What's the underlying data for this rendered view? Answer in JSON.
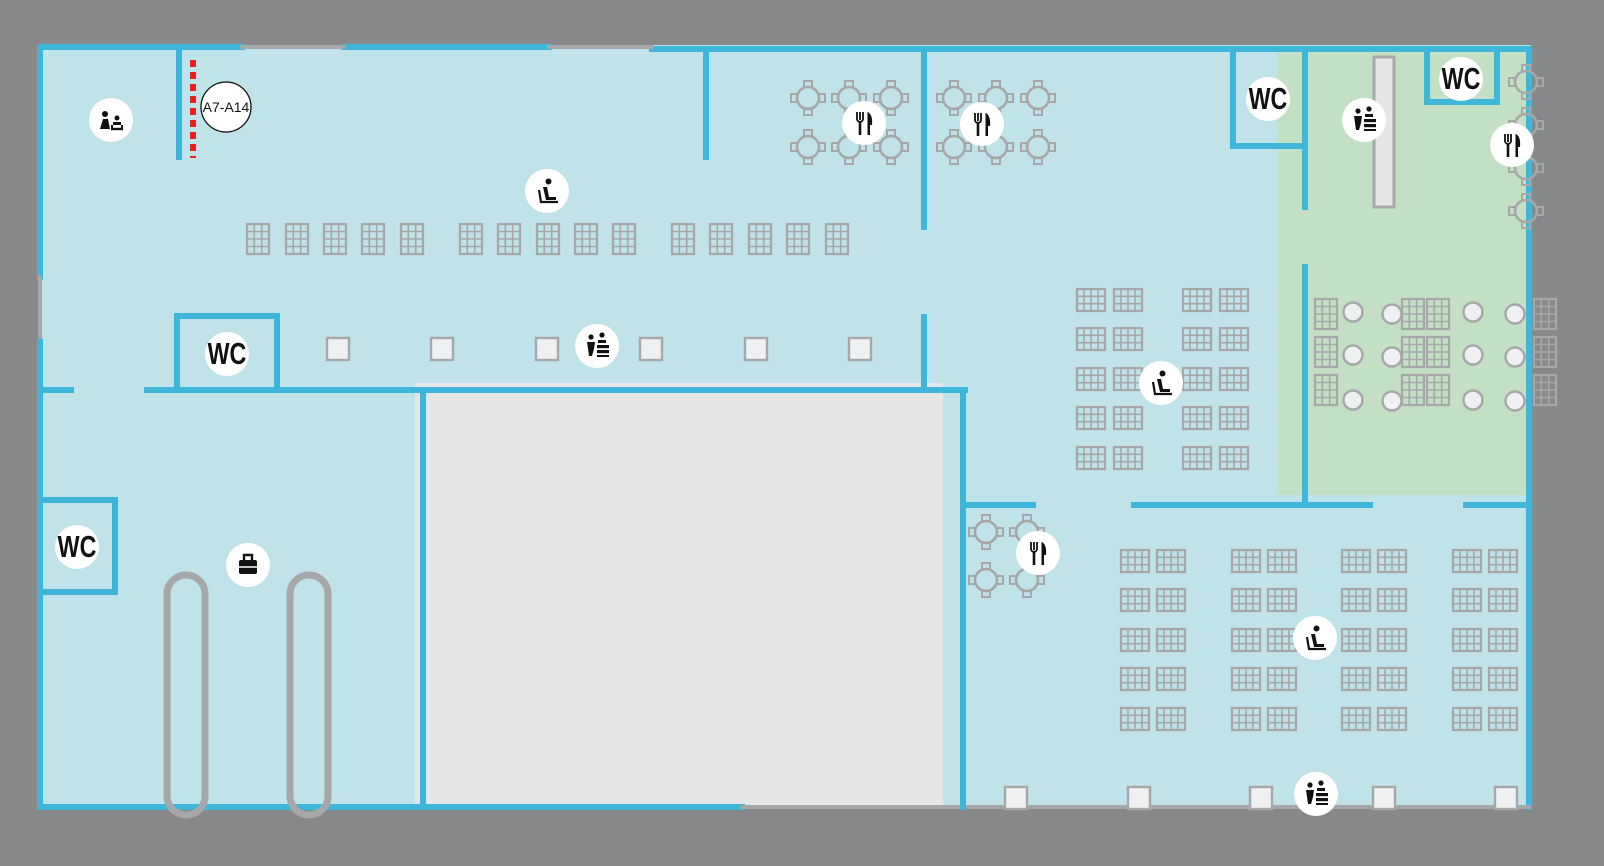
{
  "map": {
    "colors": {
      "background": "#87888a",
      "floor": "#c0e3e9",
      "lounge": "#c4e0c4",
      "blocked_area": "#e5e6e8",
      "wall": "#3db6d9",
      "furniture": "#a5a7a9",
      "gate_marker": "#e8221d",
      "icon_circle": "#ffffff",
      "icon": "#111111"
    },
    "gate": {
      "label": "A7-A14"
    },
    "restrooms": [
      {
        "id": "wc-1",
        "label": "WC"
      },
      {
        "id": "wc-2",
        "label": "WC"
      },
      {
        "id": "wc-3",
        "label": "WC"
      },
      {
        "id": "wc-4",
        "label": "WC"
      }
    ],
    "poi_icons": [
      "family-room-icon",
      "seating-area-icon",
      "info-desk-icon",
      "restaurant-icon",
      "baggage-claim-icon"
    ]
  }
}
